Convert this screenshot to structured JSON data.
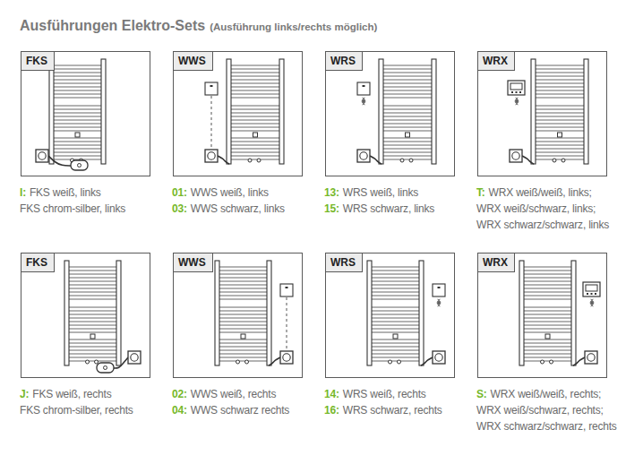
{
  "diagram": {
    "title": "Ausführungen Elektro-Sets",
    "nodes": [
      {
        "text": [
          "FKS",
          "I:",
          "FKS weiß, links",
          "FKS chrom-silber, links"
        ]
      },
      {
        "text": [
          "WWS",
          "01:",
          "WWS weiß, links",
          "03:",
          "WWS schwarz, links"
        ]
      },
      {
        "text": [
          "WRS",
          "13:",
          "WRS weiß, links",
          "15:",
          "WRS schwarz, links"
        ]
      },
      {
        "text": [
          "WRX",
          "T:",
          "WRX weiß/weiß, links;",
          "WRX weiß/schwarz, links;",
          "WRX schwarz/schwarz, links"
        ]
      },
      {
        "text": [
          "FKS",
          "J:",
          "FKS weiß, rechts",
          "FKS chrom-silber, rechts"
        ]
      },
      {
        "text": [
          "WWS",
          "02:",
          "WWS weiß, rechts",
          "04:",
          "WWS schwarz rechts"
        ]
      },
      {
        "text": [
          "WRS",
          "14:",
          "WRS weiß, rechts",
          "16:",
          "WRS schwarz, rechts"
        ]
      },
      {
        "text": [
          "WRX",
          "S:",
          "WRX weiß/weiß, rechts;",
          "WRX weiß/schwarz, rechts;",
          "WRX schwarz/schwarz, rechts"
        ]
      }
    ],
    "labels": [
      "(Ausführung links/rechts möglich)"
    ]
  }
}
